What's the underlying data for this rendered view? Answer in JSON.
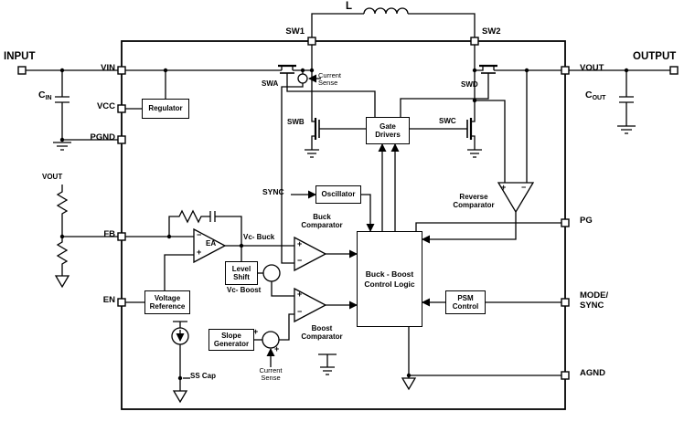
{
  "diagram": {
    "terminals": {
      "input": "INPUT",
      "output": "OUTPUT"
    },
    "pins": {
      "vin": "VIN",
      "vcc": "VCC",
      "pgnd": "PGND",
      "fb": "FB",
      "en": "EN",
      "sw1": "SW1",
      "sw2": "SW2",
      "vout": "VOUT",
      "pg": "PG",
      "mode_sync": "MODE/\nSYNC",
      "agnd": "AGND"
    },
    "passives": {
      "inductor": "L",
      "cin_base": "C",
      "cin_sub": "IN",
      "cout_base": "C",
      "cout_sub": "OUT",
      "vout_sense": "VOUT",
      "ss_cap": "SS Cap"
    },
    "blocks": {
      "regulator": "Regulator",
      "gate_drivers": "Gate\nDrivers",
      "oscillator": "Oscillator",
      "control_logic": "Buck - Boost\nControl Logic",
      "psm_control": "PSM\nControl",
      "voltage_reference": "Voltage\nReference",
      "slope_generator": "Slope\nGenerator",
      "level_shift": "Level\nShift"
    },
    "switches": {
      "swa": "SWA",
      "swb": "SWB",
      "swc": "SWC",
      "swd": "SWD"
    },
    "labels": {
      "sync": "SYNC",
      "current_sense_top": "Current\nSense",
      "current_sense_bottom": "Current\nSense",
      "buck_comparator": "Buck\nComparator",
      "boost_comparator": "Boost\nComparator",
      "reverse_comparator": "Reverse\nComparator",
      "vc_buck": "Vc- Buck",
      "vc_boost": "Vc- Boost",
      "ea": "EA"
    },
    "marks": {
      "plus": "+",
      "minus": "−"
    },
    "colors": {
      "line": "#000000",
      "background": "#ffffff"
    }
  }
}
